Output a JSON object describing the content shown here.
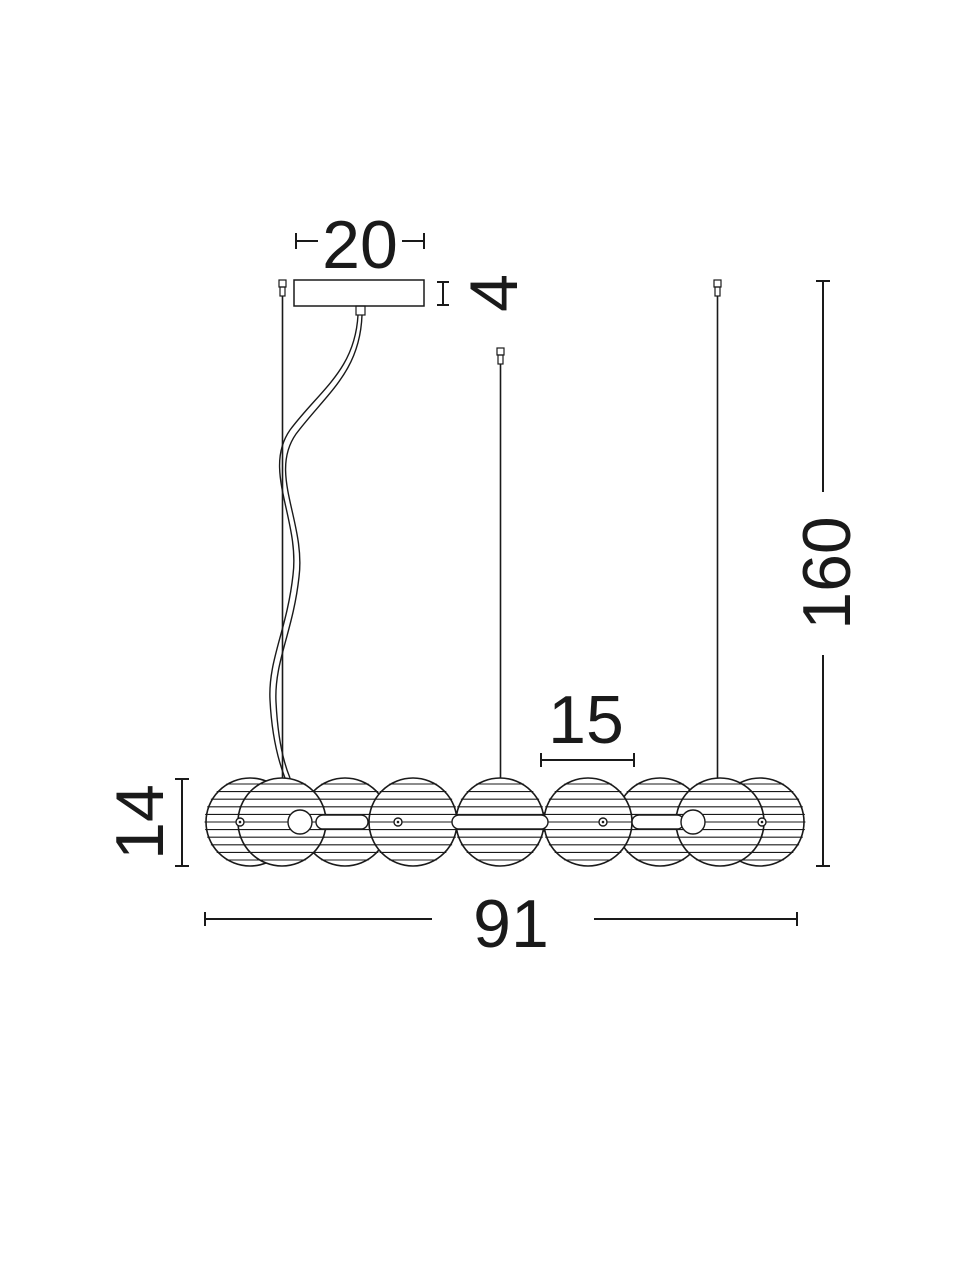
{
  "dimensions": {
    "canopy_width": "20",
    "canopy_height": "4",
    "total_height": "160",
    "shade_diameter": "15",
    "fixture_height": "14",
    "total_width": "91"
  },
  "colors": {
    "line": "#1a1a1a",
    "background": "#ffffff"
  }
}
